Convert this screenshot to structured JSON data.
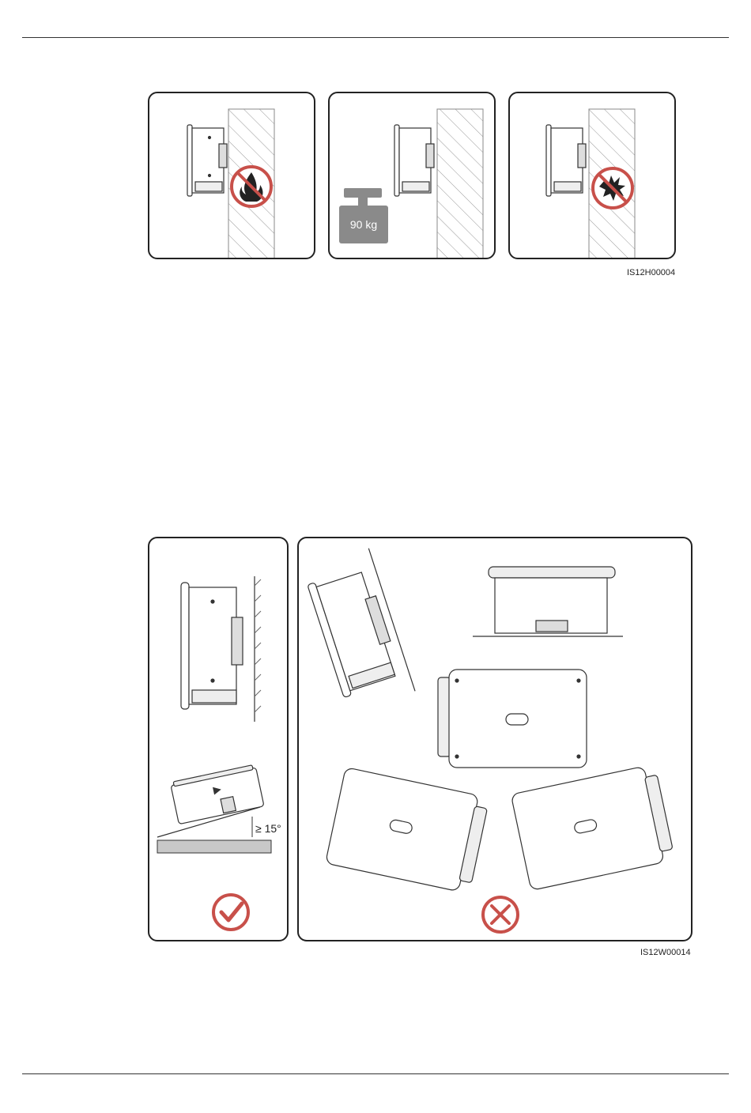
{
  "figure1": {
    "id_label": "IS12H00004",
    "weight_label": "90 kg",
    "panels": [
      "no-flammable-wall",
      "weight-bearing-wall",
      "no-explosive-wall"
    ]
  },
  "figure2": {
    "id_label": "IS12W00014",
    "angle_label": "≥ 15°",
    "panels": [
      "correct-installation",
      "incorrect-installation"
    ]
  },
  "colors": {
    "prohibit_red": "#c8504a",
    "weight_gray": "#8a8a8a",
    "ground_gray": "#c8c8c8"
  }
}
